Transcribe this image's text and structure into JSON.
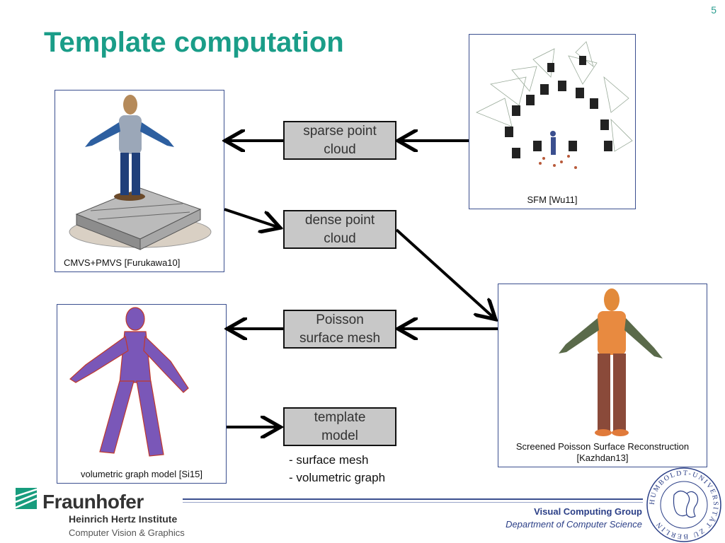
{
  "slide": {
    "number": "5",
    "title": "Template computation"
  },
  "images": {
    "cmvs": {
      "caption": "CMVS+PMVS [Furukawa10]"
    },
    "sfm": {
      "caption": "SFM [Wu11]"
    },
    "poisson": {
      "caption_line1": "Screened Poisson Surface Reconstruction",
      "caption_line2": "[Kazhdan13]"
    },
    "volumetric": {
      "caption": "volumetric graph model [Si15]"
    }
  },
  "steps": {
    "sparse": "sparse point\ncloud",
    "dense": "dense point\ncloud",
    "poisson": "Poisson\nsurface mesh",
    "template": "template\nmodel"
  },
  "template_notes": {
    "line1": "- surface mesh",
    "line2": "- volumetric graph"
  },
  "footer": {
    "org_name": "Fraunhofer",
    "institute": "Heinrich Hertz Institute",
    "department": "Computer Vision & Graphics",
    "group": "Visual Computing Group",
    "dept_cs": "Department of Computer Science",
    "seal_text": "HUMBOLDT-UNIVERSITÄT ZU BERLIN"
  },
  "colors": {
    "title": "#1a9d88",
    "box_fill": "#c8c8c8",
    "frame": "#3b4f8f",
    "fraunhofer_green": "#179c7d"
  }
}
